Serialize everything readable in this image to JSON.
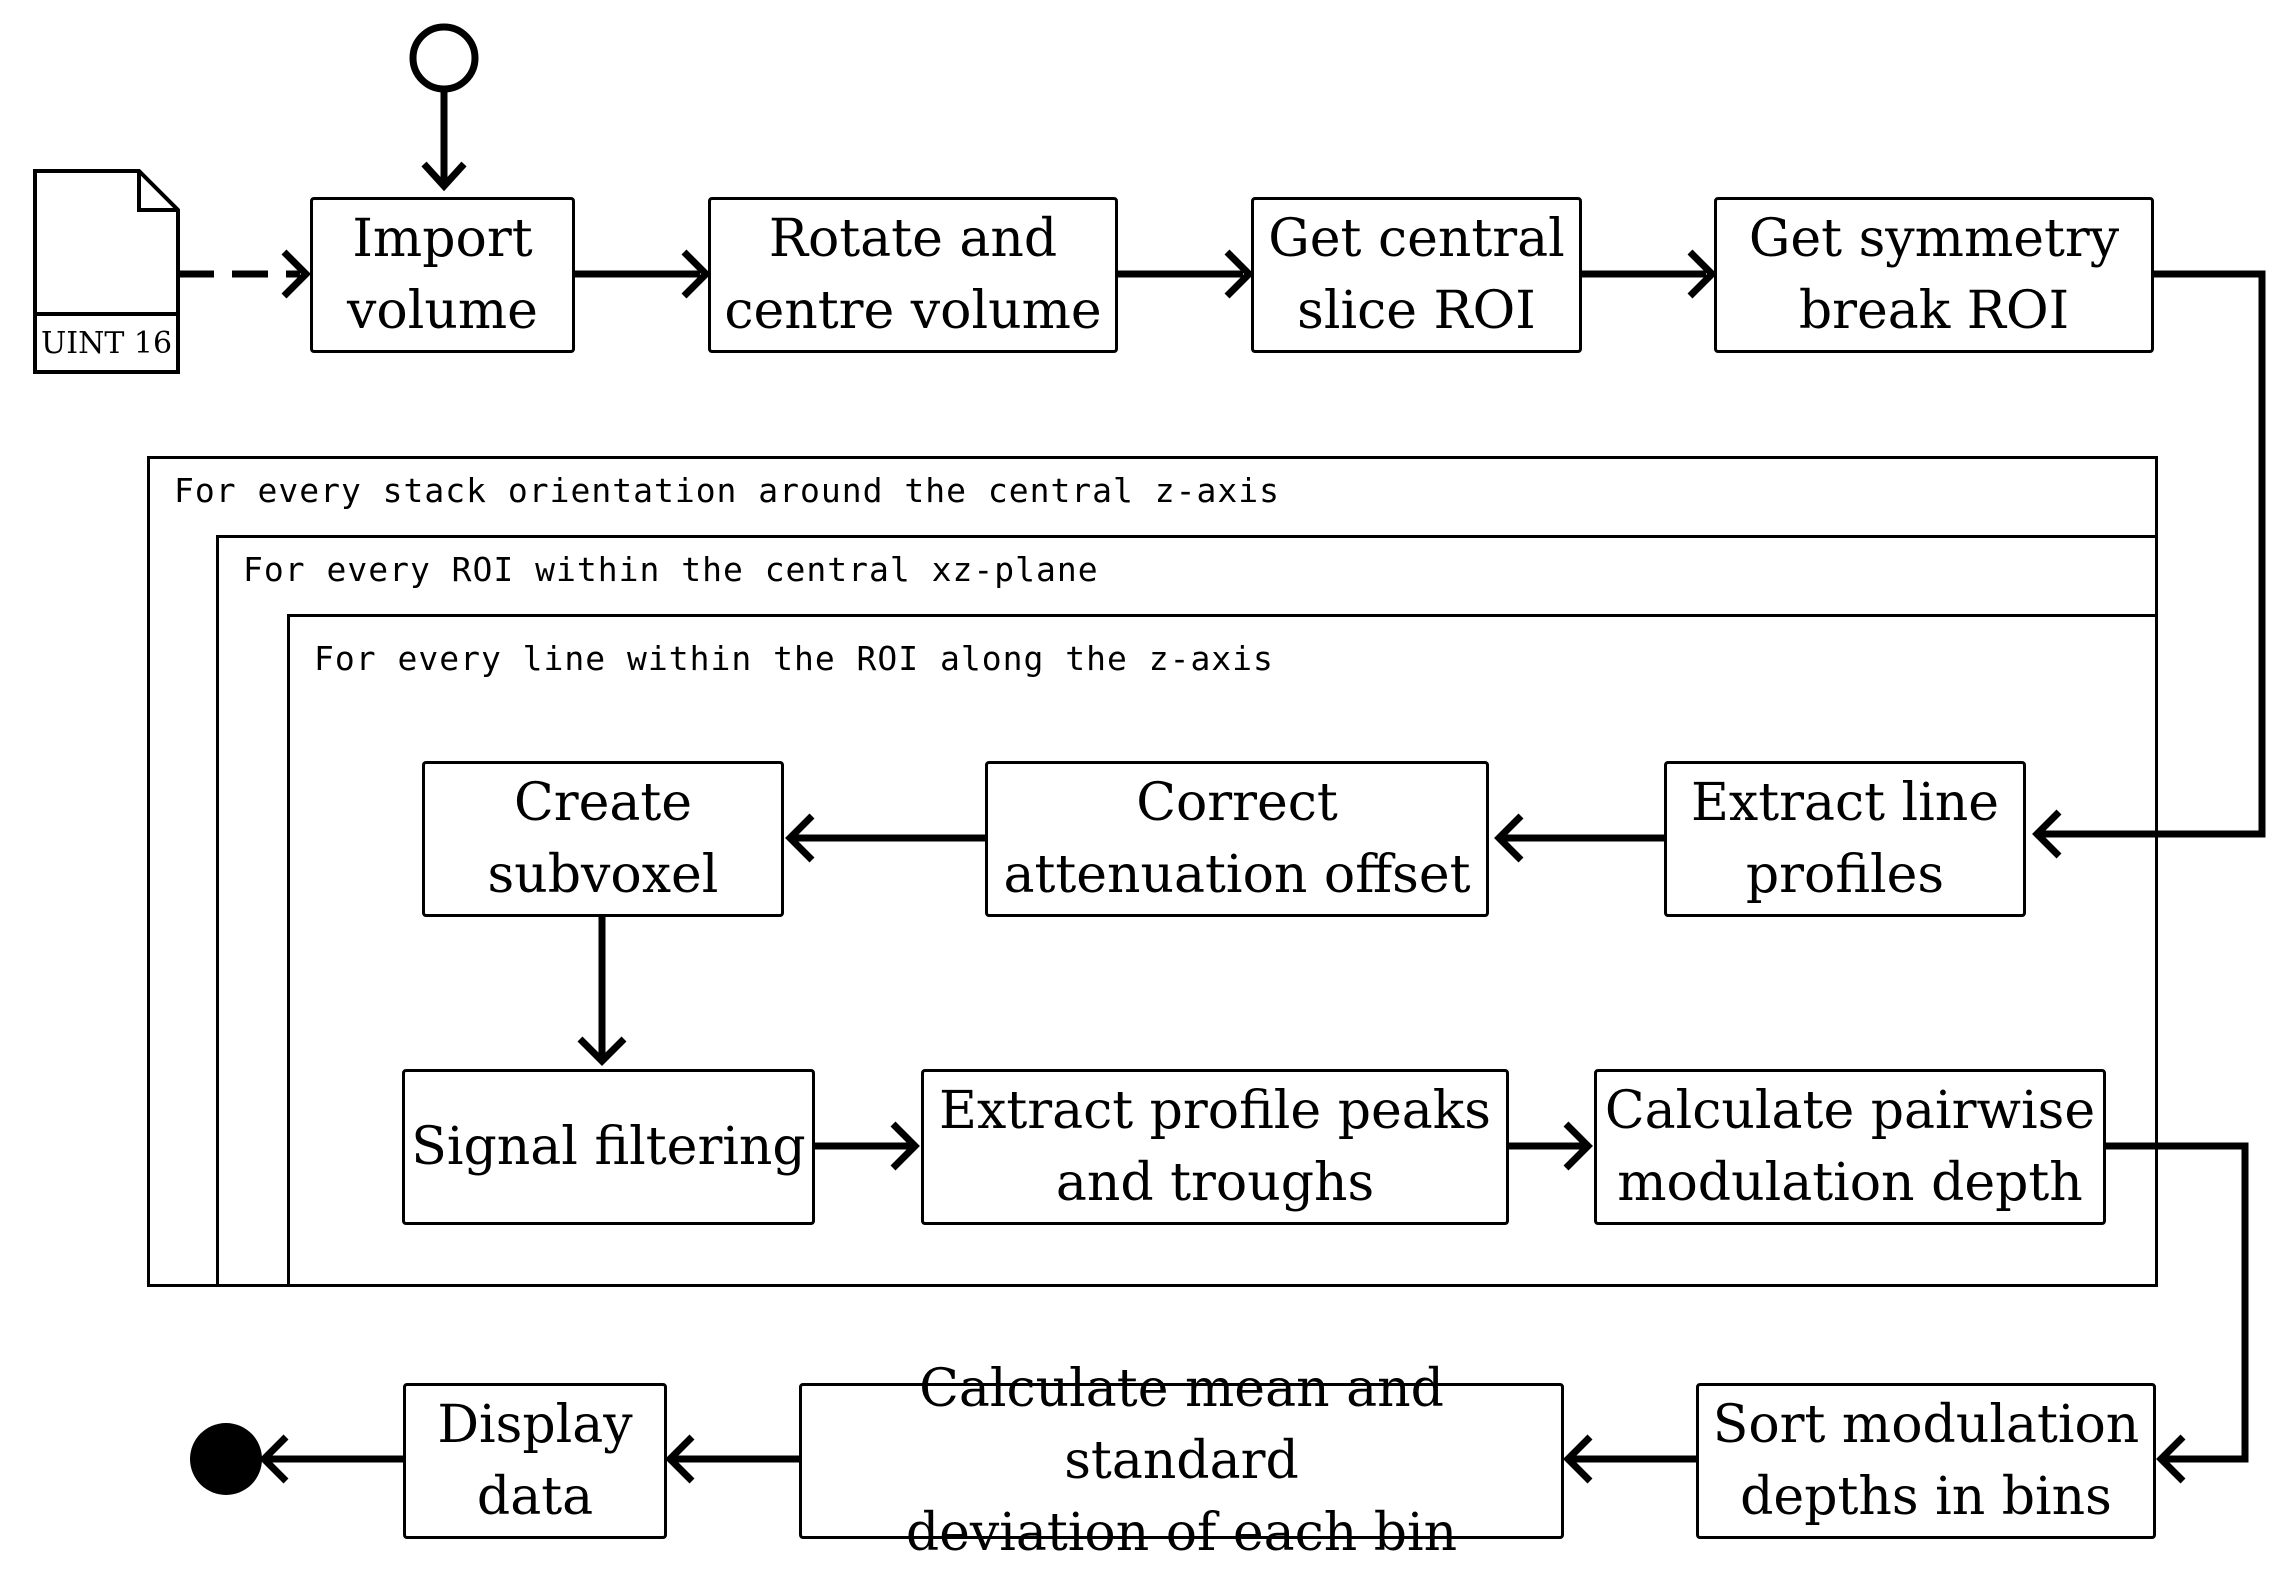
{
  "document": {
    "label": "UINT 16"
  },
  "steps": {
    "import_volume": "Import\nvolume",
    "rotate_centre": "Rotate and\ncentre volume",
    "central_slice": "Get central\nslice ROI",
    "symmetry_break": "Get symmetry\nbreak ROI",
    "extract_line_profiles": "Extract line\nprofiles",
    "correct_attenuation": "Correct\nattenuation offset",
    "create_subvoxel": "Create\nsubvoxel",
    "signal_filtering": "Signal filtering",
    "extract_peaks": "Extract profile peaks\nand troughs",
    "pairwise_modulation": "Calculate pairwise\nmodulation depth",
    "sort_bins": "Sort modulation\ndepths in bins",
    "mean_std": "Calculate mean and standard\ndeviation of each bin",
    "display_data": "Display\ndata"
  },
  "loops": {
    "outer": "For every stack orientation around the central z-axis",
    "middle": "For every ROI within the central xz-plane",
    "inner": "For every line within the ROI along the z-axis"
  }
}
